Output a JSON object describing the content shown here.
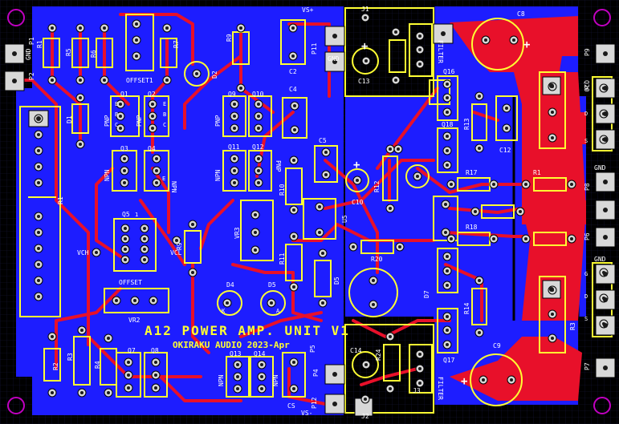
{
  "board": {
    "title": "A12 POWER AMP. UNIT V1",
    "author": "OKIRAKU AUDIO 2023-Apr",
    "colors": {
      "background": "#000000",
      "copper_bottom": "#1d1dff",
      "trace_top": "#e8102a",
      "silk": "#ffff33",
      "pad": "#d8d8d8",
      "hole": "#1a1a1a",
      "label": "#ffffff",
      "grid": "#1a1a40"
    }
  },
  "labels": {
    "gnd": "GND",
    "p1": "P1",
    "p2": "P2",
    "p4": "P4",
    "p5": "P5",
    "p6": "P6",
    "p7": "P7",
    "p8": "P8",
    "p9": "P9",
    "p11": "P11",
    "p12": "P12",
    "vs_plus": "VS+",
    "vs_minus": "VS-",
    "cs": "CS",
    "vch": "VCH",
    "vcl": "VCL",
    "offset1": "OFFSET1",
    "offset": "OFFSET",
    "vr2": "VR2",
    "vr3": "VR3",
    "j1": "J1",
    "j2": "J2",
    "j3": "J3",
    "u5": "U5",
    "r1": "R1",
    "r2": "R2",
    "r3": "R3",
    "r4": "R4",
    "r5": "R5",
    "r6": "R6",
    "r7": "R7",
    "r9": "R9",
    "r10": "R10",
    "r11": "R11",
    "r12": "R12",
    "r13": "R13",
    "r14": "R14",
    "r17": "R17",
    "r18": "R18",
    "r20": "R20",
    "r24": "R24",
    "c2": "C2",
    "c4": "C4",
    "c5": "C5",
    "c8": "C8",
    "c9": "C9",
    "c10": "C10",
    "c12": "C12",
    "c13": "C13",
    "c14": "C14",
    "d1": "D1",
    "d2": "D2",
    "d4": "D4",
    "d5": "D5",
    "d7": "D7",
    "q1": "Q1",
    "q2": "Q2",
    "q3": "Q3",
    "q4": "Q4",
    "q5": "Q5",
    "q7": "Q7",
    "q8": "Q8",
    "q9": "Q9",
    "q10": "Q10",
    "q11": "Q11",
    "q12": "Q12",
    "q13": "Q13",
    "q14": "Q14",
    "q16": "Q16",
    "q17": "Q17",
    "q18": "Q18",
    "q20": "Q20",
    "pnp": "PNP",
    "npn": "NPN",
    "e": "E",
    "b": "B",
    "c": "C",
    "g": "G",
    "d": "D",
    "s": "S",
    "a": "A",
    "k": "K",
    "plus": "+",
    "filter": "FILTER",
    "pin1": "1"
  }
}
